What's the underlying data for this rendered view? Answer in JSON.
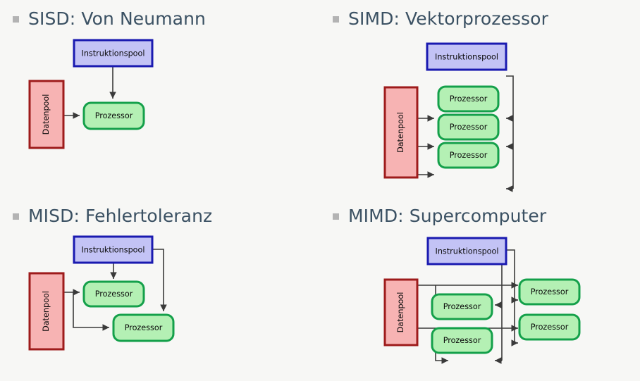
{
  "page": {
    "background_color": "#f7f7f5",
    "heading_color": "#3b5163",
    "bullet_color": "#b3b3b3"
  },
  "palette": {
    "instruction_fill": "#c3c3f5",
    "instruction_stroke": "#1a1ab0",
    "data_fill": "#f7b3b3",
    "data_stroke": "#9e1b1b",
    "processor_fill": "#b4f0b4",
    "processor_stroke": "#14a04a",
    "arrow_color": "#3a3a3a"
  },
  "labels": {
    "instruction_pool": "Instruktionspool",
    "data_pool": "Datenpool",
    "processor": "Prozessor"
  },
  "quadrants": [
    {
      "id": "sisd",
      "heading": "SISD: Von Neumann",
      "instruction_pools": 1,
      "data_pools": 1,
      "processors": 1
    },
    {
      "id": "simd",
      "heading": "SIMD: Vektorprozessor",
      "instruction_pools": 1,
      "data_pools": 1,
      "processors": 3
    },
    {
      "id": "misd",
      "heading": "MISD: Fehlertoleranz",
      "instruction_pools": 1,
      "data_pools": 1,
      "processors": 2
    },
    {
      "id": "mimd",
      "heading": "MIMD: Supercomputer",
      "instruction_pools": 1,
      "data_pools": 1,
      "processors": 4
    }
  ]
}
